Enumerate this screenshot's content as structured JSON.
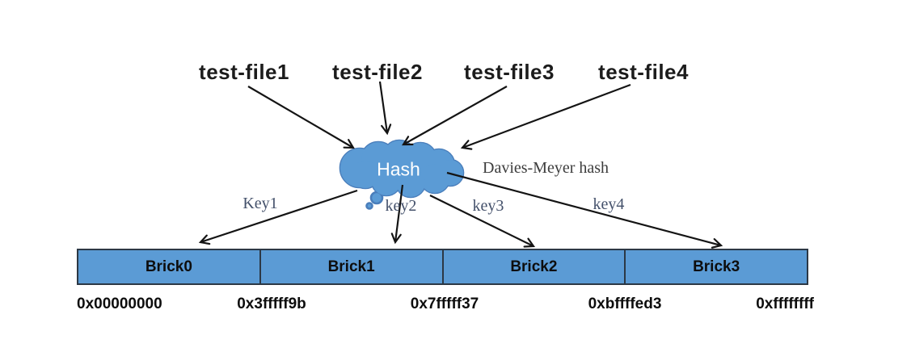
{
  "diagram": {
    "files": [
      "test-file1",
      "test-file2",
      "test-file3",
      "test-file4"
    ],
    "cloud_label": "Hash",
    "algorithm_note": "Davies-Meyer hash",
    "keys": [
      "Key1",
      "key2",
      "key3",
      "key4"
    ],
    "bricks": [
      "Brick0",
      "Brick1",
      "Brick2",
      "Brick3"
    ],
    "hash_ranges": [
      "0x00000000",
      "0x3fffff9b",
      "0x7fffff37",
      "0xbffffed3",
      "0xffffffff"
    ],
    "colors": {
      "cloud_fill": "#5b9bd5",
      "cloud_stroke": "#4a7ebb",
      "brick_fill": "#5b9bd5",
      "brick_border": "#2c3845",
      "arrow": "#141414",
      "key_label_text": "#44516b",
      "note_text": "#3d3d3d",
      "cloud_label_text": "#ffffff"
    }
  }
}
